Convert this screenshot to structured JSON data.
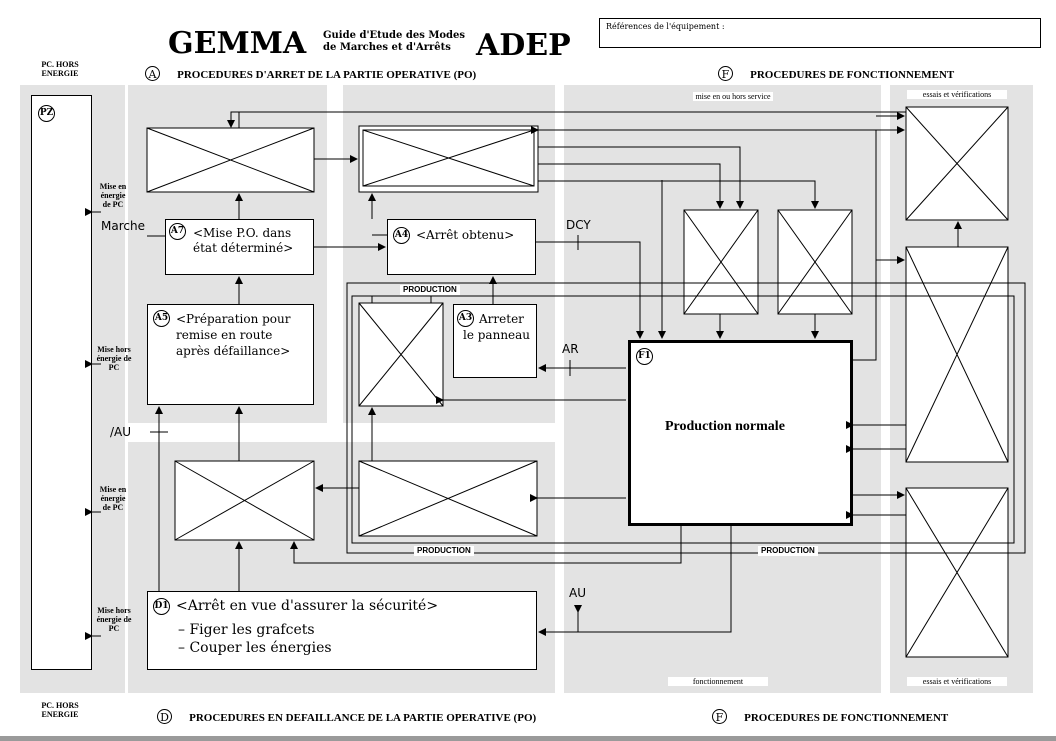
{
  "header": {
    "gemma": "GEMMA",
    "guide_line1": "Guide d'Etude des Modes",
    "guide_line2": "de Marches et d'Arrêts",
    "adep": "ADEP",
    "references_label": "Références de l'équipement :"
  },
  "sections": {
    "A": {
      "letter": "A",
      "title": "PROCEDURES D'ARRET DE LA PARTIE OPERATIVE (PO)"
    },
    "F_top": {
      "letter": "F",
      "title": "PROCEDURES DE FONCTIONNEMENT"
    },
    "D": {
      "letter": "D",
      "title": "PROCEDURES EN DEFAILLANCE DE LA PARTIE OPERATIVE (PO)"
    },
    "F_bottom": {
      "letter": "F",
      "title": "PROCEDURES DE FONCTIONNEMENT"
    }
  },
  "left": {
    "pc_hors_energie_top": "PC. HORS ENERGIE",
    "pc_hors_energie_bottom": "PC. HORS ENERGIE",
    "pz": "PZ",
    "mise_en_energie_1": "Mise en énergie de PC",
    "marche": "Marche",
    "mise_hors_energie_1": "Mise hors énergie de PC",
    "au_left": "/AU",
    "mise_en_energie_2": "Mise en énergie de PC",
    "mise_hors_energie_2": "Mise hors énergie de PC"
  },
  "states": {
    "A7": {
      "tag": "A7",
      "line1": "<Mise P.O. dans",
      "line2": "état déterminé>"
    },
    "A4": {
      "tag": "A4",
      "line1": "<Arrêt obtenu>"
    },
    "A5": {
      "tag": "A5",
      "line1": "<Préparation pour",
      "line2": "remise en route",
      "line3": "après défaillance>"
    },
    "A3": {
      "tag": "A3",
      "line1": "Arreter",
      "line2": "le panneau"
    },
    "F1": {
      "tag": "F1",
      "label": "Production normale"
    },
    "D1": {
      "tag": "D1",
      "line1": "<Arrêt en vue d'assurer la sécurité>",
      "line2": "– Figer les grafcets",
      "line3": "– Couper les énergies"
    }
  },
  "labels": {
    "dcy": "DCY",
    "ar": "AR",
    "au": "AU",
    "production_a": "PRODUCTION",
    "production_b": "PRODUCTION",
    "production_c": "PRODUCTION",
    "mise_en_ou_hors_service": "mise en ou hors service",
    "essais_top": "essais et vérifications",
    "essais_bottom": "essais et vérifications",
    "fonctionnement": "fonctionnement"
  }
}
